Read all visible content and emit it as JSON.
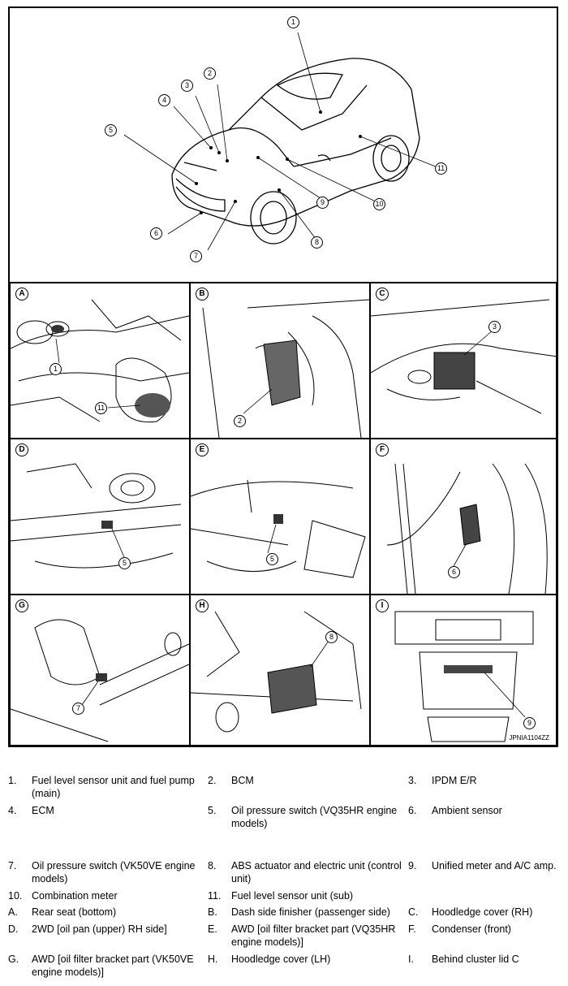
{
  "figure_id": "JPNIA1104ZZ",
  "overview_callouts": [
    "1",
    "2",
    "3",
    "4",
    "5",
    "6",
    "7",
    "8",
    "9",
    "10",
    "11"
  ],
  "panels": [
    {
      "letter": "A",
      "callouts": [
        "1",
        "11"
      ]
    },
    {
      "letter": "B",
      "callouts": [
        "2"
      ]
    },
    {
      "letter": "C",
      "callouts": [
        "3"
      ]
    },
    {
      "letter": "D",
      "callouts": [
        "5"
      ]
    },
    {
      "letter": "E",
      "callouts": [
        "5"
      ]
    },
    {
      "letter": "F",
      "callouts": [
        "6"
      ]
    },
    {
      "letter": "G",
      "callouts": [
        "7"
      ]
    },
    {
      "letter": "H",
      "callouts": [
        "8"
      ]
    },
    {
      "letter": "I",
      "callouts": [
        "9"
      ]
    }
  ],
  "legend": [
    {
      "key": "1.",
      "text": "Fuel level sensor unit and fuel pump (main)"
    },
    {
      "key": "2.",
      "text": "BCM"
    },
    {
      "key": "3.",
      "text": "IPDM E/R"
    },
    {
      "key": "4.",
      "text": "ECM"
    },
    {
      "key": "5.",
      "text": "Oil pressure switch (VQ35HR engine models)"
    },
    {
      "key": "6.",
      "text": "Ambient sensor"
    },
    {
      "key": "7.",
      "text": "Oil pressure switch (VK50VE engine models)"
    },
    {
      "key": "8.",
      "text": "ABS actuator and electric unit (control unit)"
    },
    {
      "key": "9.",
      "text": "Unified meter and A/C amp."
    },
    {
      "key": "10.",
      "text": "Combination meter"
    },
    {
      "key": "11.",
      "text": "Fuel level sensor unit (sub)"
    },
    {
      "key": "A.",
      "text": "Rear seat (bottom)"
    },
    {
      "key": "B.",
      "text": "Dash side finisher (passenger side)"
    },
    {
      "key": "C.",
      "text": "Hoodledge cover (RH)"
    },
    {
      "key": "D.",
      "text": "2WD [oil pan (upper) RH side]"
    },
    {
      "key": "E.",
      "text": "AWD [oil filter bracket part (VQ35HR engine models)]"
    },
    {
      "key": "F.",
      "text": "Condenser (front)"
    },
    {
      "key": "G.",
      "text": "AWD [oil filter bracket part (VK50VE engine models)]"
    },
    {
      "key": "H.",
      "text": "Hoodledge cover (LH)"
    },
    {
      "key": "I.",
      "text": "Behind cluster lid C"
    }
  ]
}
